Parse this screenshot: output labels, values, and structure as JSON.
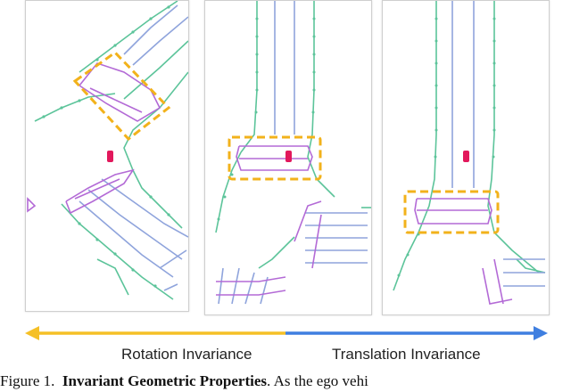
{
  "labels": {
    "rotation": "Rotation Invariance",
    "translation": "Translation Invariance"
  },
  "caption": {
    "prefix": "Figure 1.",
    "bold": "Invariant Geometric Properties",
    "rest": ". As the ego vehi"
  },
  "colors": {
    "boundary": "#5cc49a",
    "centerline": "#8fa4dc",
    "lane": "#b36ad6",
    "highlight": "#f2b21b",
    "ego": "#e2185c",
    "arrow_left": "#f5c026",
    "arrow_right": "#3f7fe0"
  }
}
